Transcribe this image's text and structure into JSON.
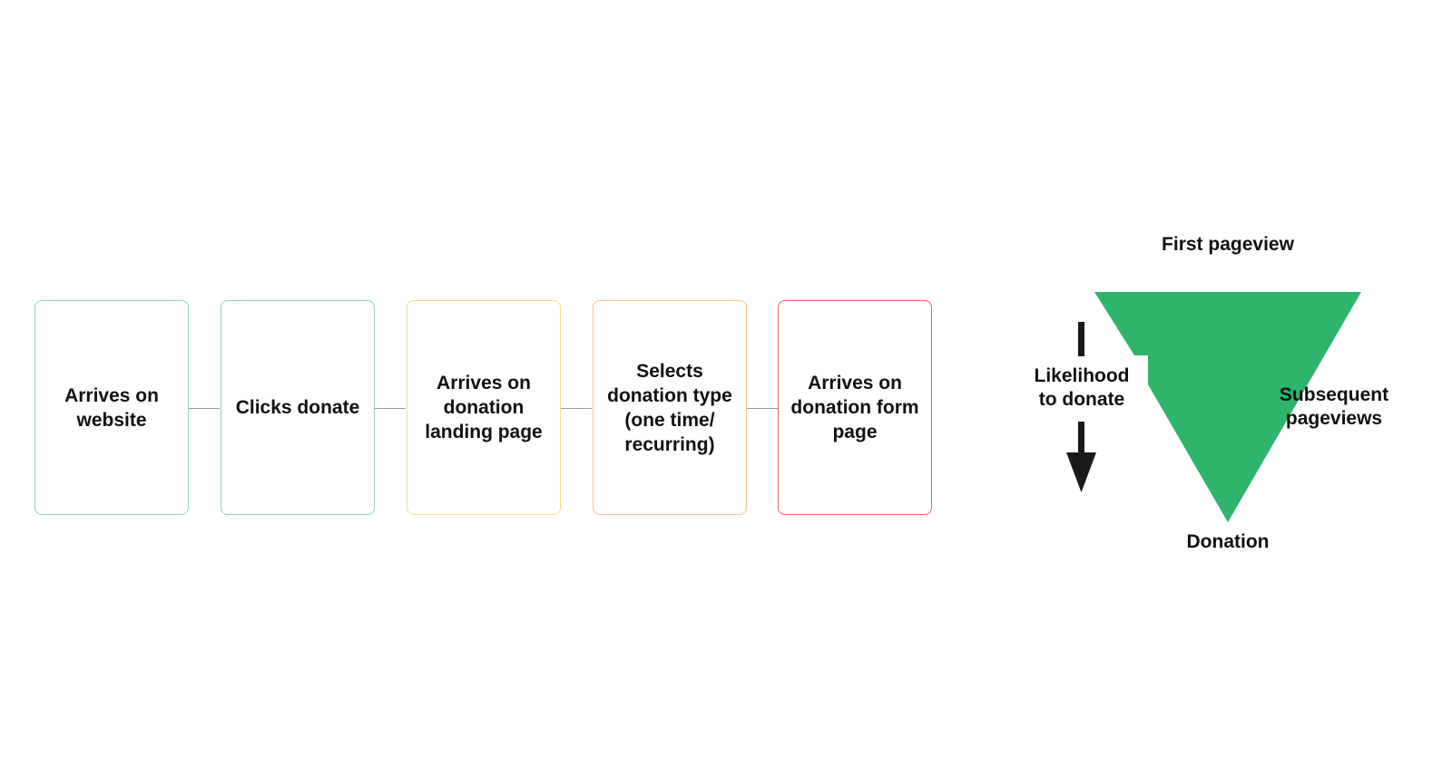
{
  "process_steps": [
    {
      "label": "Arrives on\nwebsite",
      "border_color": "#8ed8b0"
    },
    {
      "label": "Clicks donate",
      "border_color": "#8ed8b0"
    },
    {
      "label": "Arrives on\ndonation\nlanding page",
      "border_color": "#f5dc8c"
    },
    {
      "label": "Selects\ndonation type\n(one time/\nrecurring)",
      "border_color": "#f4c58a"
    },
    {
      "label": "Arrives on\ndonation form\npage",
      "border_color": "#e8676a"
    }
  ],
  "funnel": {
    "color": "#2fb46b",
    "arrow_color": "#1a1a1a",
    "top_label": "First pageview",
    "middle_label": "Subsequent\npageviews",
    "bottom_label": "Donation",
    "axis_label": "Likelihood\nto donate"
  }
}
